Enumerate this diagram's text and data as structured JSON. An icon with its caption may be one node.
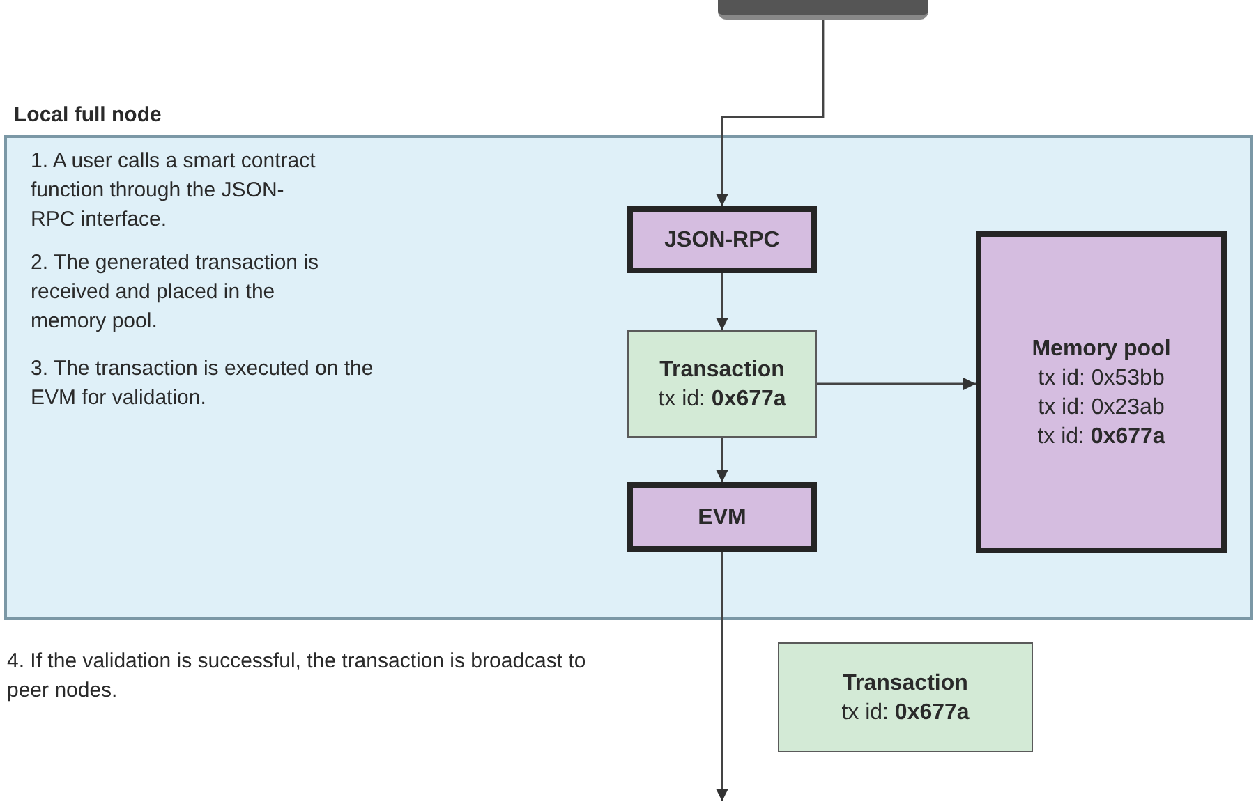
{
  "diagram": {
    "nodes": [
      {
        "text": [],
        "shape": "bar"
      },
      {
        "text": [
          "Local full node"
        ]
      },
      {
        "text": [
          "JSON-RPC"
        ],
        "in": 1
      },
      {
        "text": [
          "Transaction",
          "tx id: **0x677a**"
        ],
        "in": 1
      },
      {
        "text": [
          "Memory pool",
          "tx id: 0x53bb",
          "tx id: 0x23ab",
          "tx id: **0x677a**"
        ],
        "in": 1
      },
      {
        "text": [
          "EVM"
        ],
        "in": 1
      },
      {
        "text": [
          "Transaction",
          "tx id: **0x677a**"
        ]
      }
    ],
    "edges": [
      {
        "from": 0,
        "to": 2,
        "arrow": "to"
      },
      {
        "from": 2,
        "to": 3,
        "arrow": "to"
      },
      {
        "from": 3,
        "to": 4,
        "arrow": "to"
      },
      {
        "from": 3,
        "to": 5,
        "arrow": "to"
      },
      {
        "from": 5,
        "to": null,
        "arrow": "to"
      }
    ],
    "labels": [
      "1. A user calls a smart contract function through the JSON-RPC interface.",
      "2. The generated transaction is received and placed in the memory pool.",
      "3. The transaction is executed on the EVM for validation.",
      "4. If the validation is successful, the transaction is broadcast to peer nodes."
    ]
  }
}
